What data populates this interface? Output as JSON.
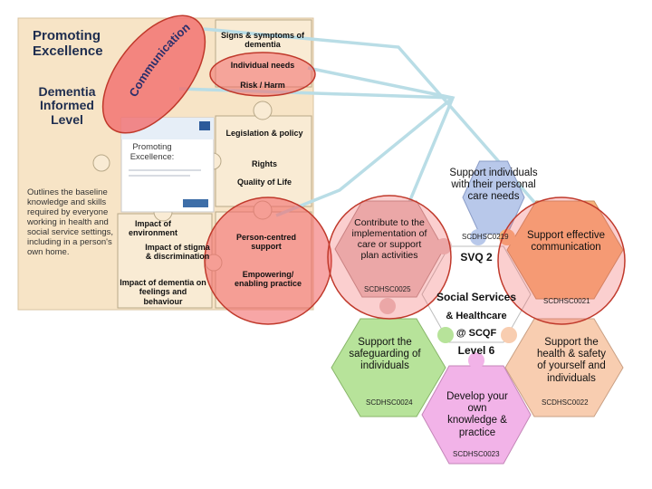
{
  "puzzle": {
    "title": "Promoting Excellence",
    "level": "Dementia Informed Level",
    "description": "Outlines the baseline knowledge and skills required by everyone working in health and social service settings, including in a person's own home.",
    "circle_label": "Communication",
    "book_title": "Promoting Excellence:",
    "items": {
      "signs": "Signs & symptoms of dementia",
      "individual_needs": "Individual needs",
      "risk": "Risk / Harm",
      "legislation": "Legislation & policy",
      "rights": "Rights",
      "quality": "Quality of Life",
      "environment": "Impact of environment",
      "stigma": "Impact of stigma & discrimination",
      "feelings": "Impact of dementia on feelings and behaviour",
      "person_centred": "Person-centred support",
      "empowering": "Empowering/ enabling practice"
    }
  },
  "svq": {
    "center": {
      "line1": "SVQ 2",
      "line2": "Social Services",
      "line3": "& Healthcare",
      "line4": "@ SCQF",
      "line5": "Level 6"
    },
    "units": [
      {
        "id": "top",
        "label": "Support individuals with their personal care needs",
        "code": "SCDHSC0219"
      },
      {
        "id": "left",
        "label": "Contribute to the implementation of care or support plan activities",
        "code": "SCDHSC0025"
      },
      {
        "id": "right",
        "label": "Support effective communication",
        "code": "SCDHSC0021"
      },
      {
        "id": "bottom_left",
        "label": "Support the safeguarding of individuals",
        "code": "SCDHSC0024"
      },
      {
        "id": "bottom_right",
        "label": "Support the health & safety of yourself and individuals",
        "code": "SCDHSC0022"
      },
      {
        "id": "bottom",
        "label": "Develop your own knowledge & practice",
        "code": "SCDHSC0023"
      }
    ]
  },
  "colors": {
    "puzzle_bg": "#f7e4c6",
    "puzzle_piece": "#f9ebd4",
    "highlight_fill": "#f26a6a",
    "highlight_stroke": "#c0392b",
    "connector": "#b9dde6",
    "top_hex": "#b8c8ea",
    "left_hex": "#e7c4c4",
    "right_hex": "#f7b27a",
    "center_hex": "#ffffff",
    "bottom_left_hex": "#b7e39a",
    "bottom_right_hex": "#f8cdb0",
    "bottom_hex": "#f2b3e8"
  }
}
